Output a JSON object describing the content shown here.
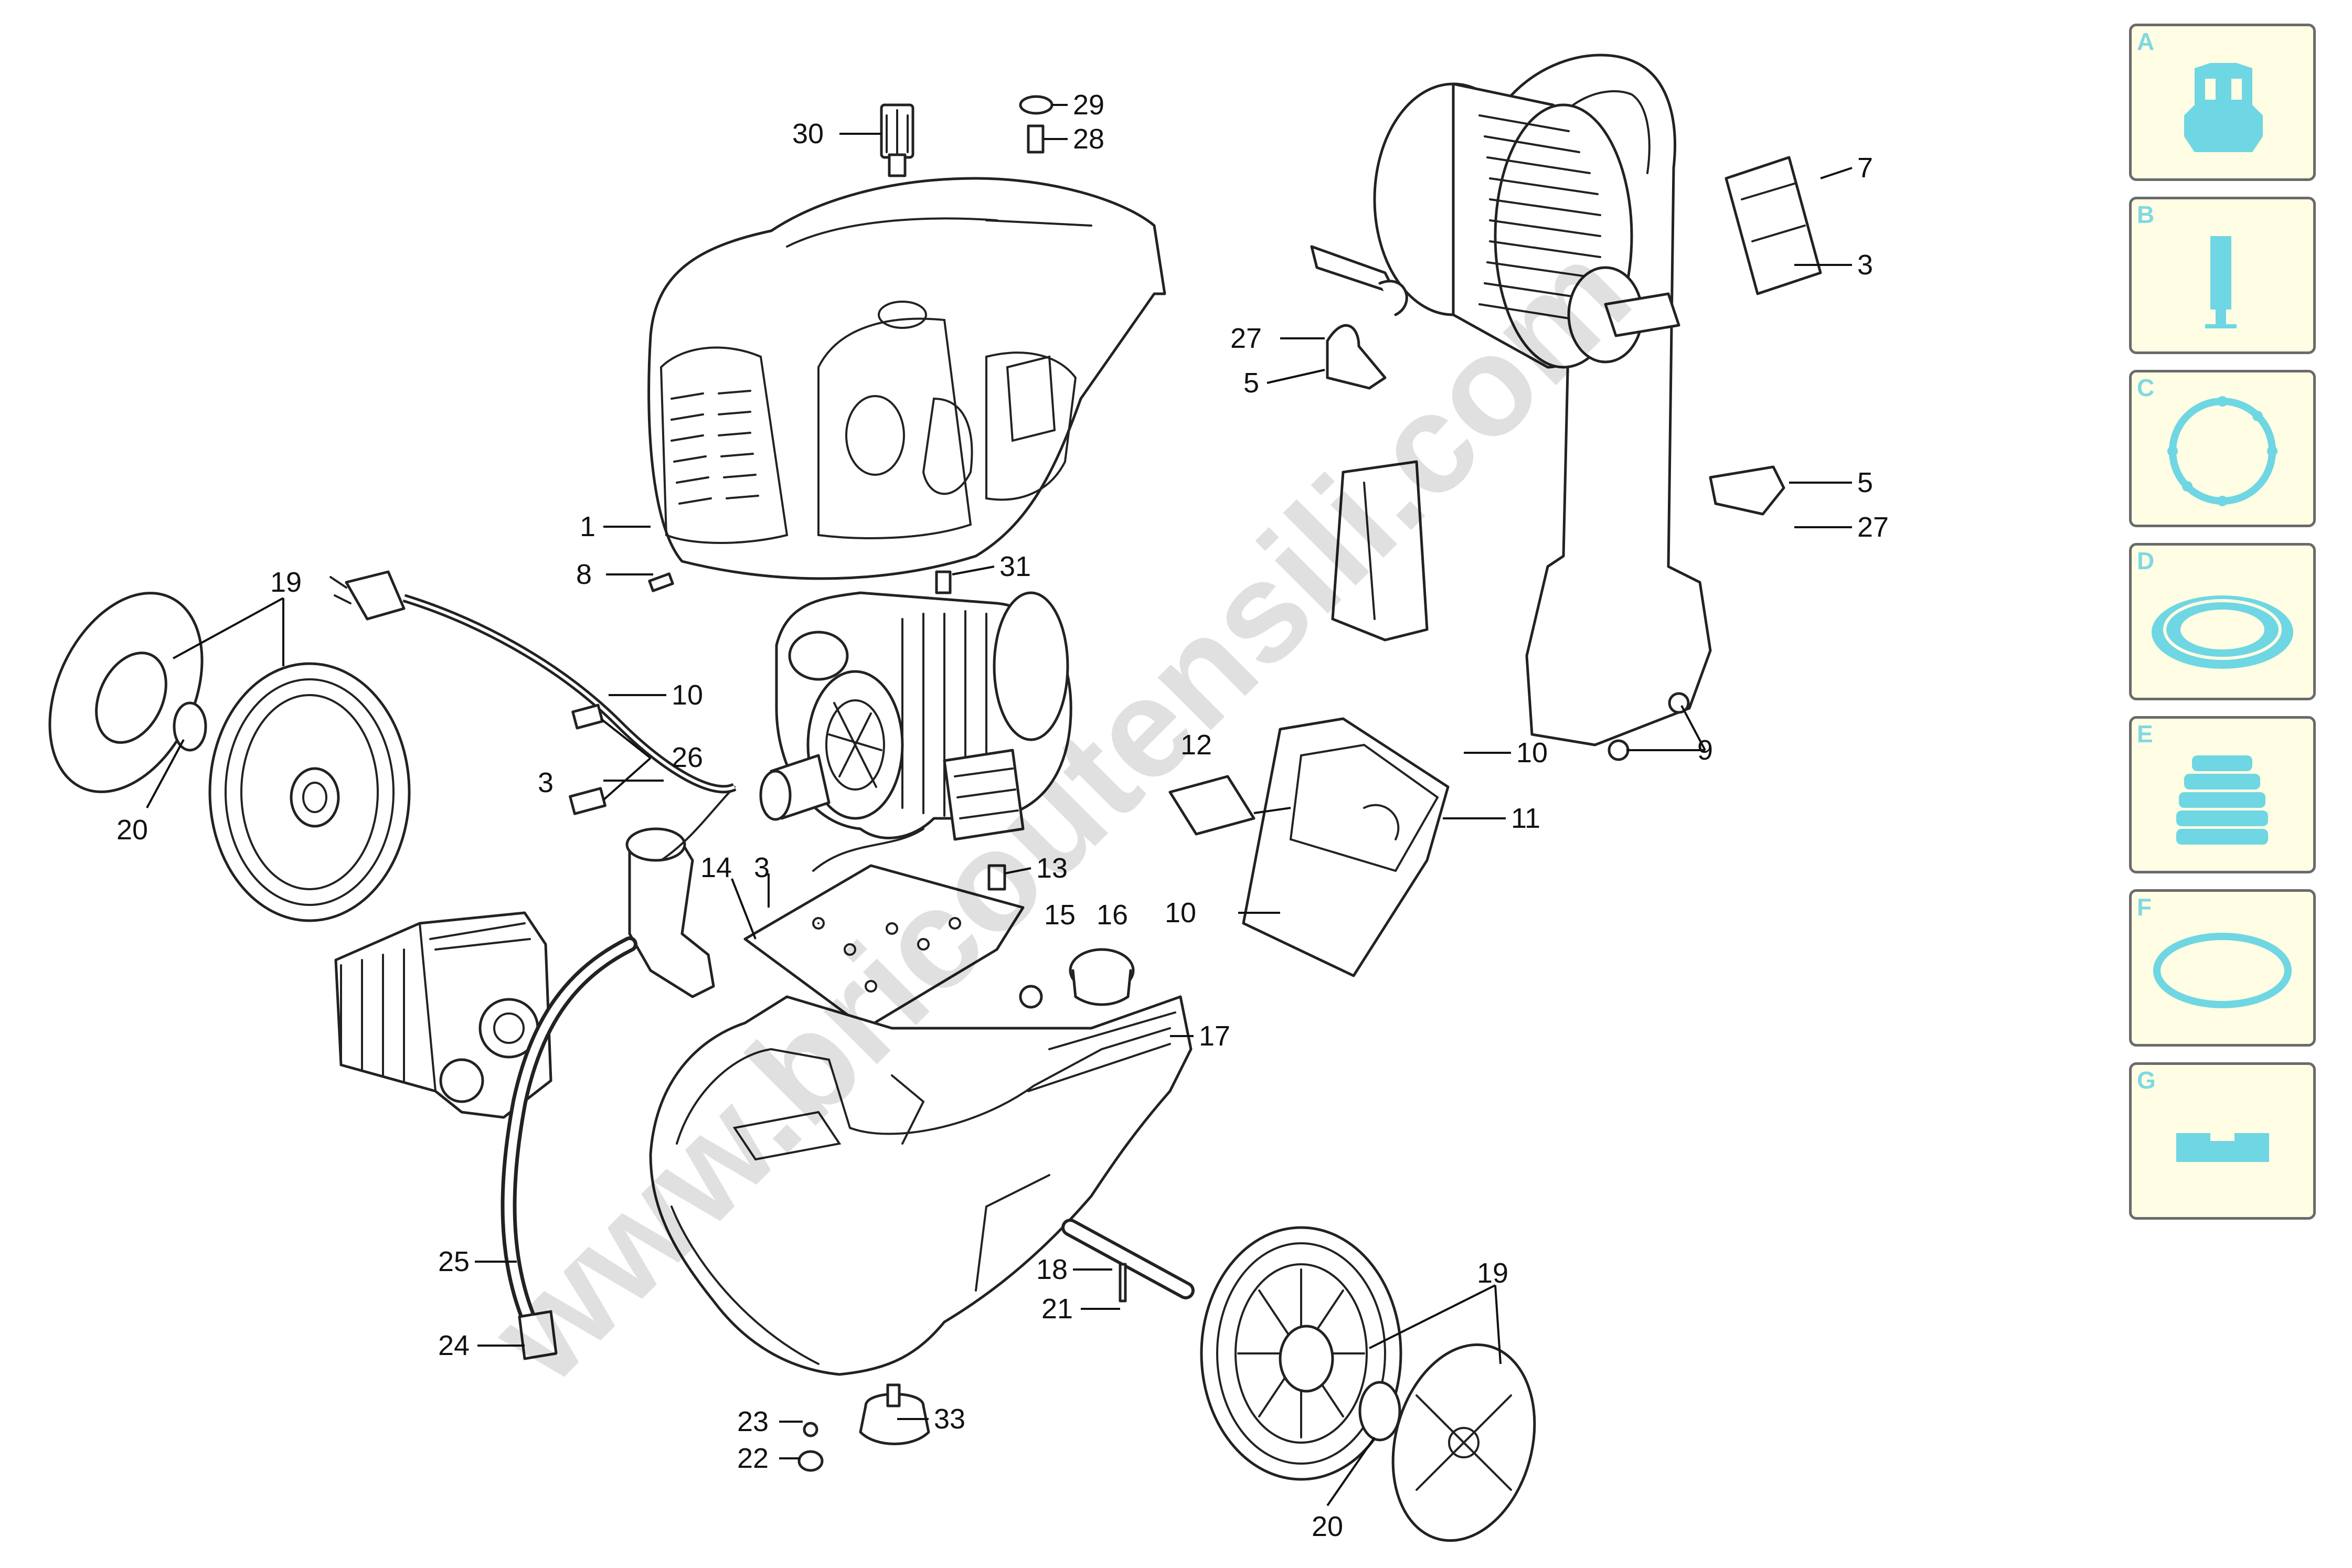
{
  "watermark": "www.bricoutensili.com",
  "callouts": {
    "c1": "1",
    "c3a": "3",
    "c3b": "3",
    "c3c": "3",
    "c5a": "5",
    "c5b": "5",
    "c7": "7",
    "c8": "8",
    "c9": "9",
    "c10a": "10",
    "c10b": "10",
    "c10c": "10",
    "c11": "11",
    "c12": "12",
    "c13": "13",
    "c14": "14",
    "c15": "15",
    "c16": "16",
    "c17": "17",
    "c18": "18",
    "c19a": "19",
    "c19b": "19",
    "c20a": "20",
    "c20b": "20",
    "c21": "21",
    "c22": "22",
    "c23": "23",
    "c24": "24",
    "c25": "25",
    "c26": "26",
    "c27a": "27",
    "c27b": "27",
    "c28": "28",
    "c29": "29",
    "c30": "30",
    "c31": "31",
    "c33": "33"
  },
  "kit_cards": [
    {
      "letter": "A",
      "icon": "valve-cap-icon"
    },
    {
      "letter": "B",
      "icon": "pin-icon"
    },
    {
      "letter": "C",
      "icon": "gasket-ring-icon"
    },
    {
      "letter": "D",
      "icon": "seal-ring-icon"
    },
    {
      "letter": "E",
      "icon": "bellows-seal-icon"
    },
    {
      "letter": "F",
      "icon": "o-ring-icon"
    },
    {
      "letter": "G",
      "icon": "seal-block-icon"
    }
  ],
  "colors": {
    "card_bg": "#fffde3",
    "card_icon": "#6fd6e3",
    "card_border": "#6a6a6a",
    "line": "#222222"
  }
}
